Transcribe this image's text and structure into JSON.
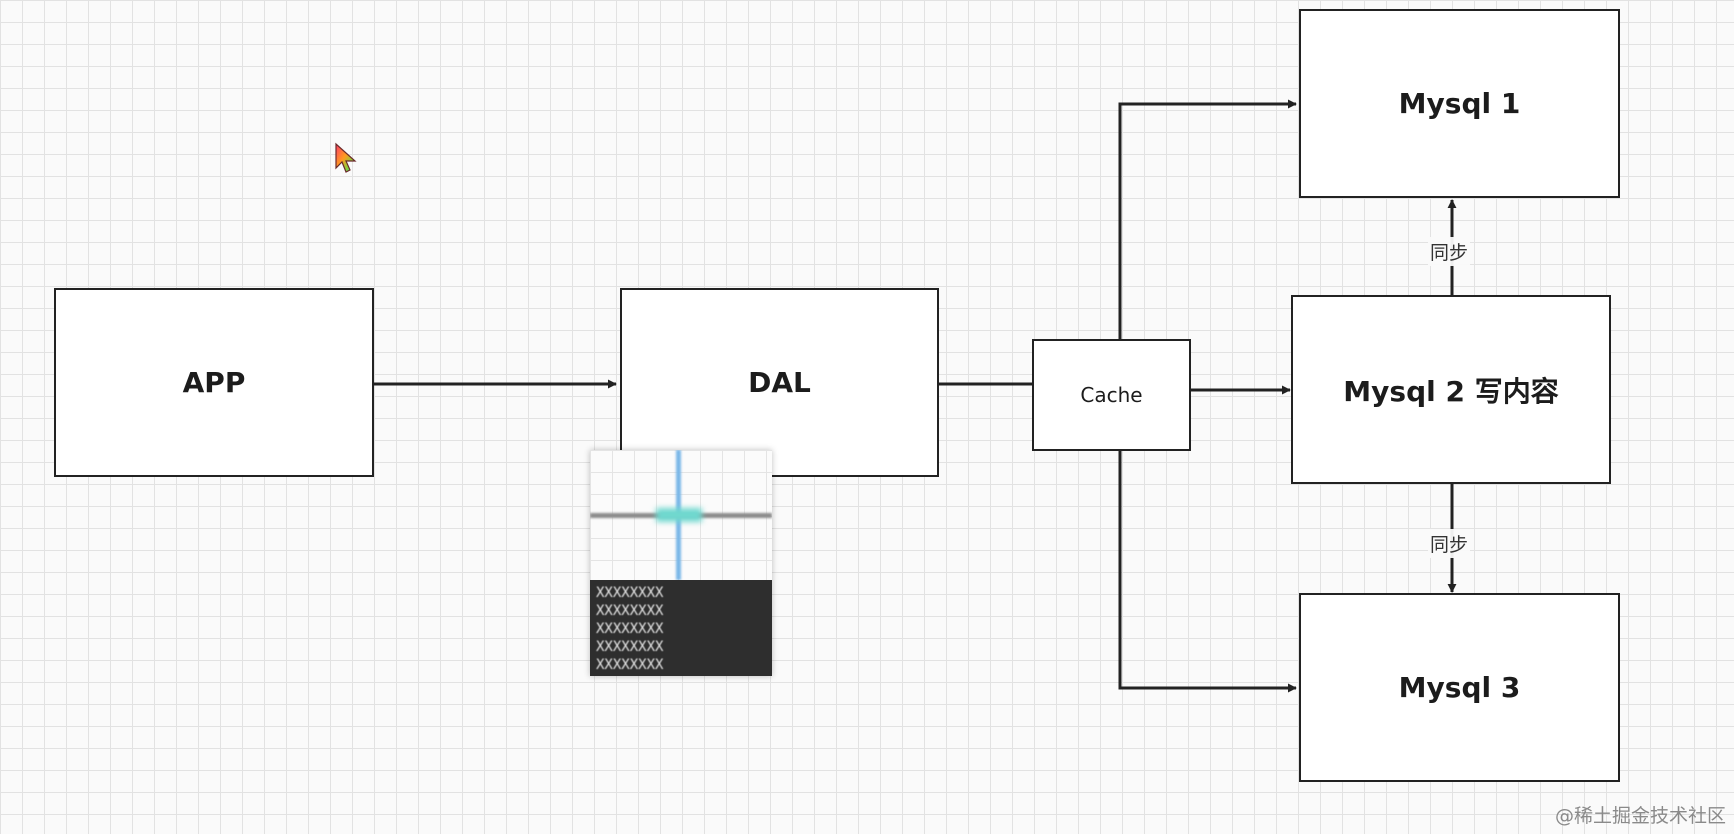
{
  "nodes": {
    "app": "APP",
    "dal": "DAL",
    "cache": "Cache",
    "mysql1": "Mysql 1",
    "mysql2": "Mysql 2  写内容",
    "mysql3": "Mysql 3"
  },
  "edge_labels": {
    "sync_up": "同步",
    "sync_down": "同步"
  },
  "magnifier_preview": {
    "info_lines": [
      "XXXXXXXX",
      "XXXXXXXX",
      "XXXXXXXX",
      "XXXXXXXX",
      "XXXXXXXX"
    ]
  },
  "watermark": "@稀土掘金技术社区",
  "colors": {
    "stroke": "#222222",
    "grid": "#e2e2e2",
    "background": "#fafafa"
  },
  "icons": {
    "cursor": "colorful-arrow-cursor-icon"
  }
}
